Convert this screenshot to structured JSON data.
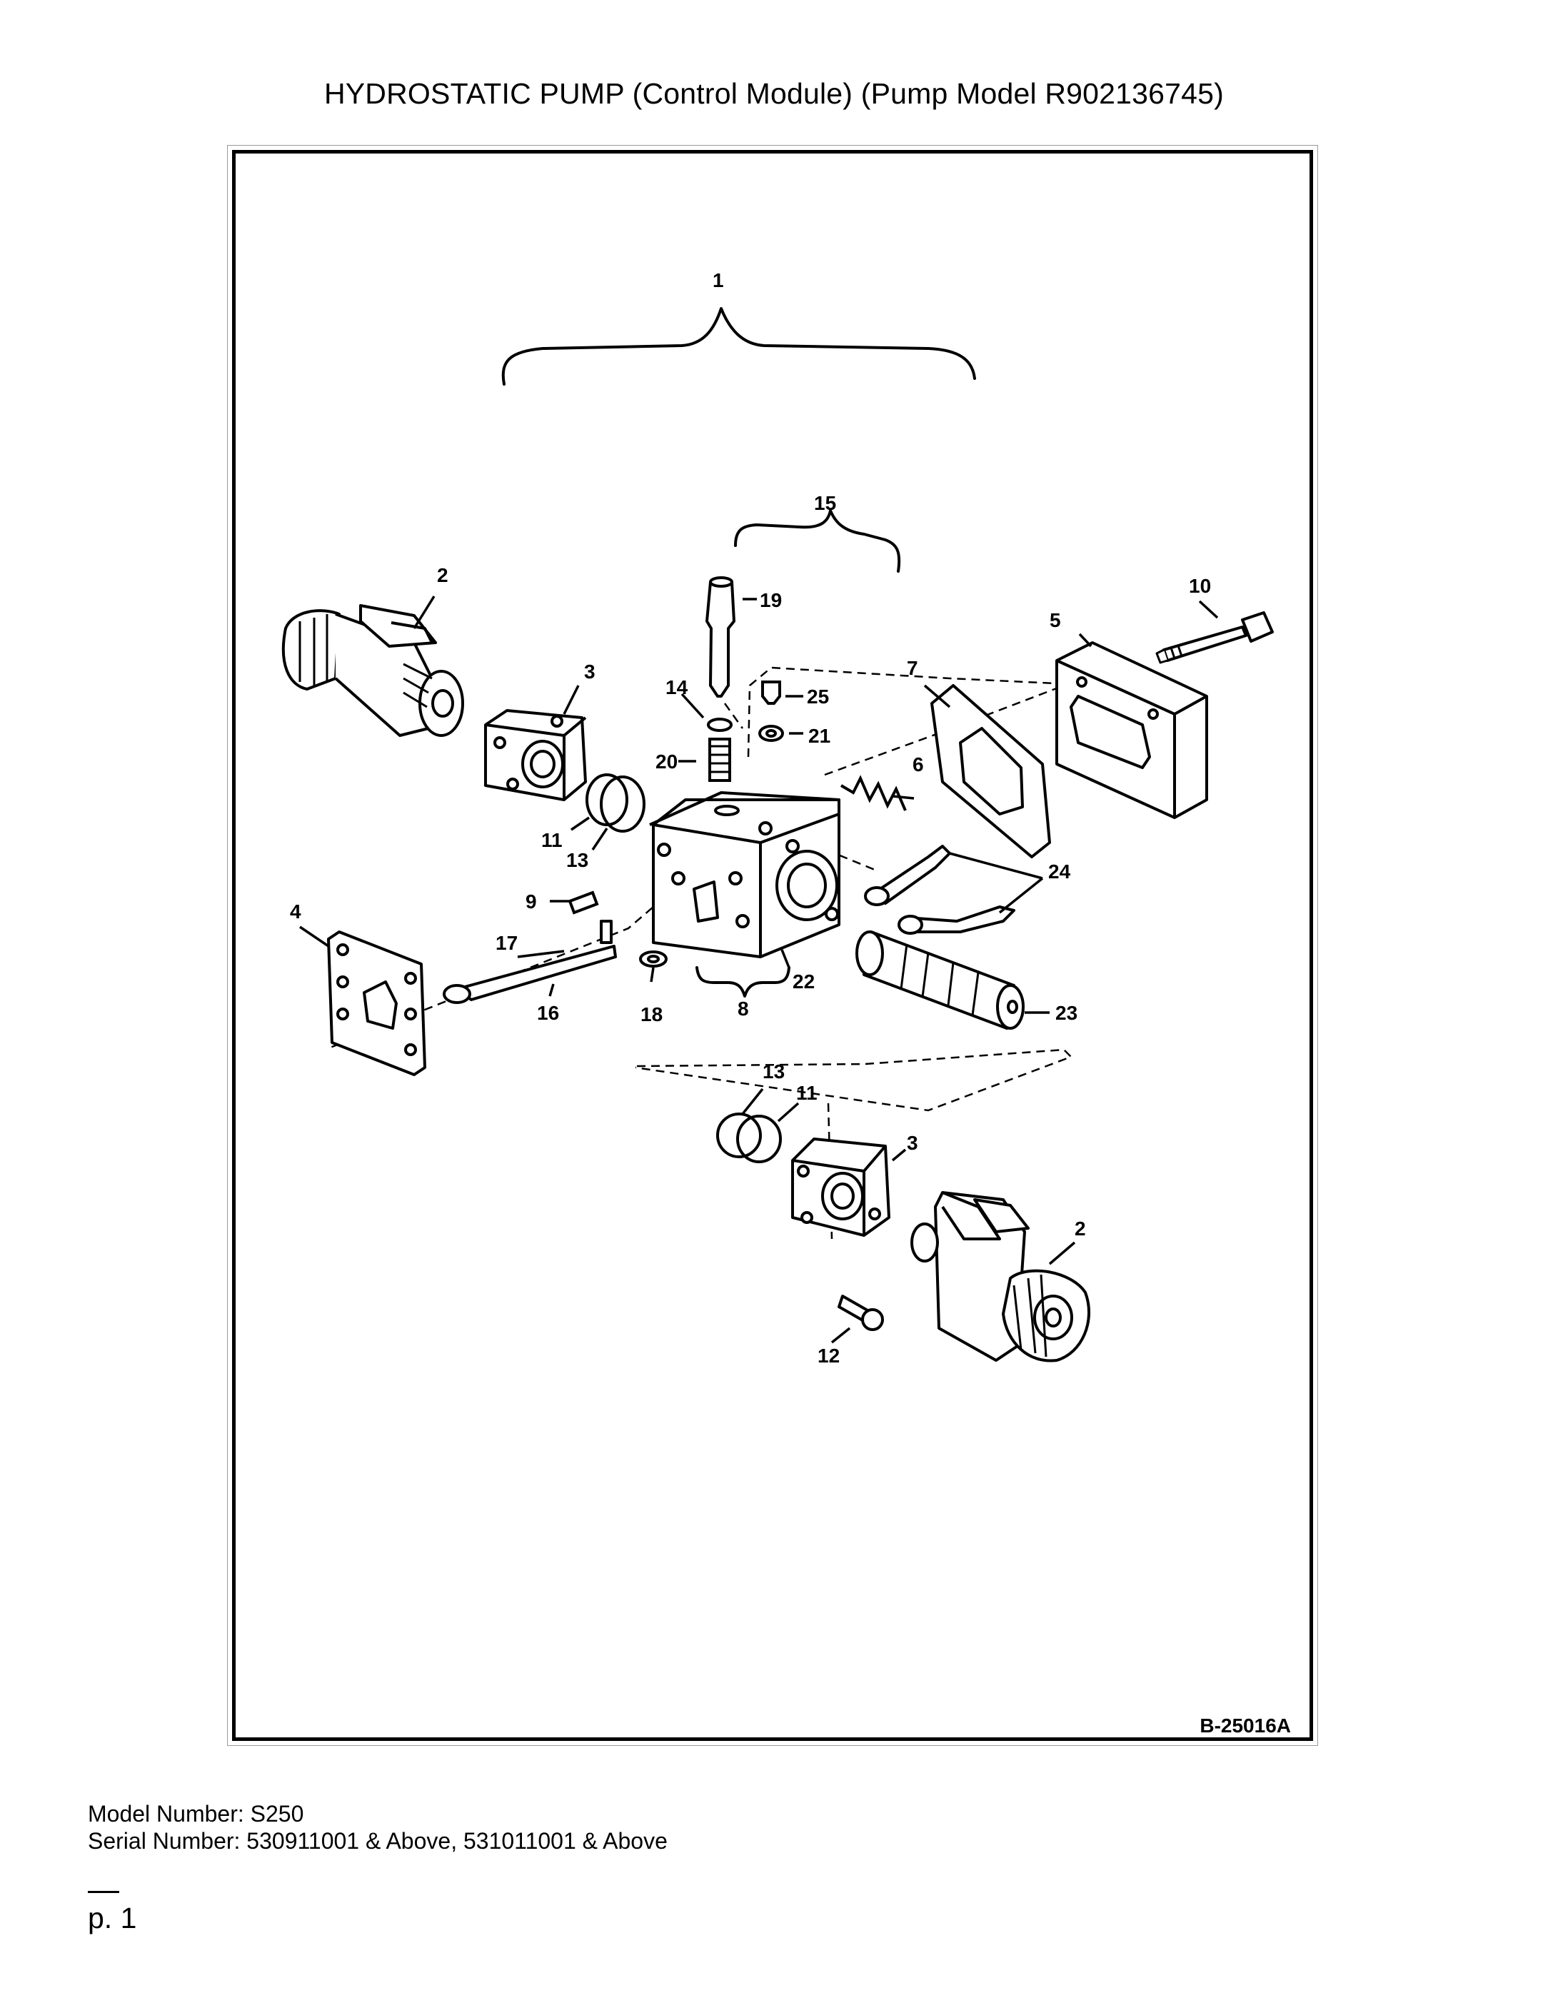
{
  "title": "HYDROSTATIC PUMP (Control Module) (Pump Model R902136745)",
  "diagram": {
    "figure_code": "B-25016A",
    "callouts": [
      "1",
      "2",
      "3",
      "4",
      "5",
      "6",
      "7",
      "8",
      "9",
      "10",
      "11",
      "12",
      "13",
      "14",
      "15",
      "16",
      "17",
      "18",
      "19",
      "20",
      "21",
      "22",
      "23",
      "24",
      "25"
    ]
  },
  "model_number": "Model Number: S250",
  "serial_number": "Serial Number: 530911001 & Above, 531011001 & Above",
  "page": "p. 1"
}
